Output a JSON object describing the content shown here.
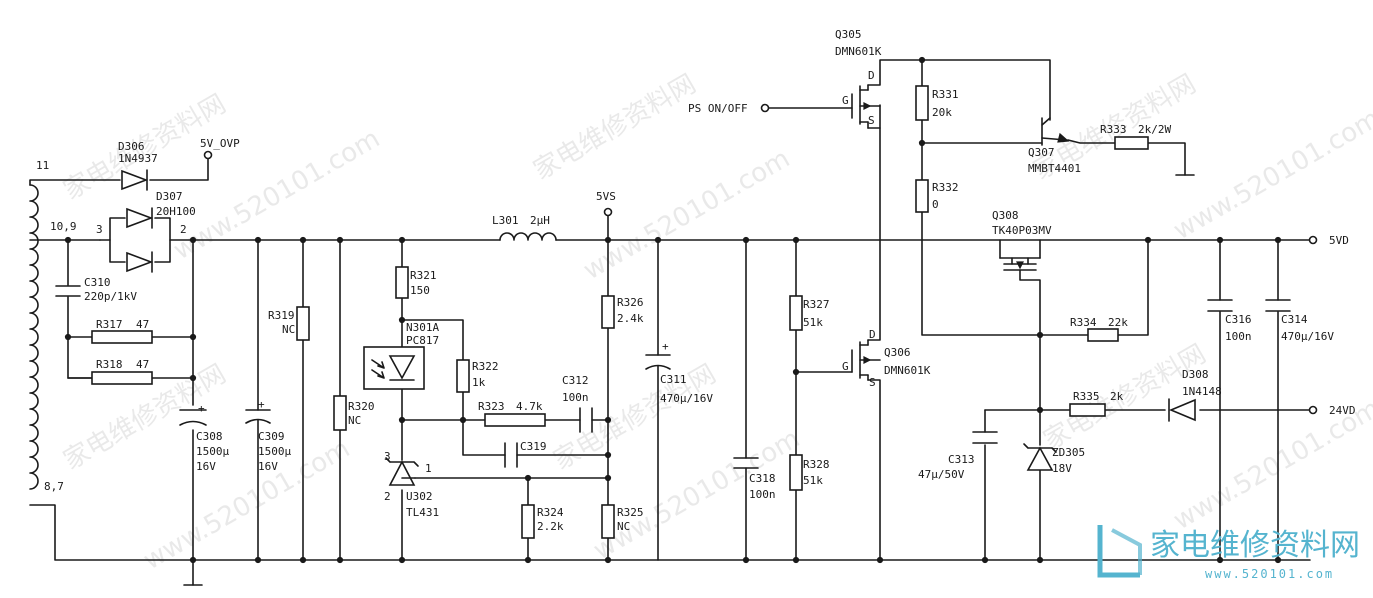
{
  "watermarks": [
    "家电维修资料网",
    "www.520101.com"
  ],
  "logo": {
    "title": "家电维修资料网",
    "url": "www.520101.com"
  },
  "nets": {
    "ovp": "5V_OVP",
    "vs": "5VS",
    "vd": "5VD",
    "v24": "24VD",
    "ps": "PS ON/OFF"
  },
  "transformer": {
    "p11": "11",
    "p109": "10,9",
    "p87": "8,7",
    "p3": "3",
    "p2": "2",
    "p1": "1"
  },
  "components": {
    "d306": {
      "ref": "D306",
      "val": "1N4937"
    },
    "d307": {
      "ref": "D307",
      "val": "20H100"
    },
    "c310": {
      "ref": "C310",
      "val": "220p/1kV"
    },
    "r317": {
      "ref": "R317",
      "val": "47"
    },
    "r318": {
      "ref": "R318",
      "val": "47"
    },
    "c308": {
      "ref": "C308",
      "val": "1500μ",
      "val2": "16V"
    },
    "c309": {
      "ref": "C309",
      "val": "1500μ",
      "val2": "16V"
    },
    "r319": {
      "ref": "R319",
      "val": "NC"
    },
    "r320": {
      "ref": "R320",
      "val": "NC"
    },
    "l301": {
      "ref": "L301",
      "val": "2μH"
    },
    "r321": {
      "ref": "R321",
      "val": "150"
    },
    "n301": {
      "ref": "N301A",
      "val": "PC817"
    },
    "r322": {
      "ref": "R322",
      "val": "1k"
    },
    "r323": {
      "ref": "R323",
      "val": "4.7k"
    },
    "c312": {
      "ref": "C312",
      "val": "100n"
    },
    "c319": {
      "ref": "C319",
      "val": ""
    },
    "u302": {
      "ref": "U302",
      "val": "TL431",
      "pin3": "3",
      "pin2": "2"
    },
    "r324": {
      "ref": "R324",
      "val": "2.2k"
    },
    "r325": {
      "ref": "R325",
      "val": "NC"
    },
    "r326": {
      "ref": "R326",
      "val": "2.4k"
    },
    "c311": {
      "ref": "C311",
      "val": "470μ/16V"
    },
    "c318": {
      "ref": "C318",
      "val": "100n"
    },
    "r327": {
      "ref": "R327",
      "val": "51k"
    },
    "r328": {
      "ref": "R328",
      "val": "51k"
    },
    "q306": {
      "ref": "Q306",
      "val": "DMN601K"
    },
    "q305": {
      "ref": "Q305",
      "val": "DMN601K"
    },
    "r331": {
      "ref": "R331",
      "val": "20k"
    },
    "r332": {
      "ref": "R332",
      "val": "0"
    },
    "q307": {
      "ref": "Q307",
      "val": "MMBT4401"
    },
    "r333": {
      "ref": "R333",
      "val": "2k/2W"
    },
    "q308": {
      "ref": "Q308",
      "val": "TK40P03MV"
    },
    "r334": {
      "ref": "R334",
      "val": "22k"
    },
    "r335": {
      "ref": "R335",
      "val": "2k"
    },
    "d308": {
      "ref": "D308",
      "val": "1N4148"
    },
    "c313": {
      "ref": "C313",
      "val": "47μ/50V"
    },
    "zd305": {
      "ref": "ZD305",
      "val": "18V"
    },
    "c316": {
      "ref": "C316",
      "val": "100n"
    },
    "c314": {
      "ref": "C314",
      "val": "470μ/16V"
    }
  },
  "pins": {
    "g": "G",
    "d": "D",
    "s": "S",
    "plus": "+"
  }
}
